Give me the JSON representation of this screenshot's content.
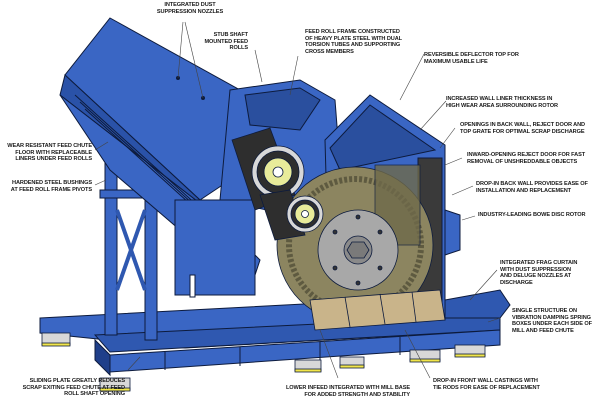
{
  "diagram": {
    "subject": "Shredder mill with feed chute, feed rolls and disc rotor",
    "colors": {
      "frame_blue": "#3a66c4",
      "frame_blue_dark": "#1f3f8a",
      "outline": "#0d1b3d",
      "rotor_tan": "#8c8560",
      "rotor_grey": "#a8a8a8",
      "roll_dark": "#2e2e2e",
      "roll_hub_yellow": "#e8eb9a",
      "floor_liner_tan": "#c9b48a",
      "wall_liner_dark": "#3a3a3a",
      "spring_box_yellow": "#f2e64a",
      "leader_line": "#444444",
      "background": "#ffffff"
    },
    "callouts": [
      {
        "id": "dust-nozzles",
        "text": "INTEGRATED DUST\nSUPPRESSION NOZZLES"
      },
      {
        "id": "stub-shaft",
        "text": "STUB SHAFT\nMOUNTED FEED\nROLLS"
      },
      {
        "id": "feed-roll-frame",
        "text": "FEED ROLL FRAME CONSTRUCTED\nOF HEAVY PLATE STEEL WITH DUAL\nTORSION TUBES AND SUPPORTING\nCROSS MEMBERS"
      },
      {
        "id": "deflector-top",
        "text": "REVERSIBLE DEFLECTOR TOP FOR\nMAXIMUM USABLE LIFE"
      },
      {
        "id": "wall-liner",
        "text": "INCREASED WALL LINER THICKNESS IN\nHIGH WEAR AREA SURROUNDING ROTOR"
      },
      {
        "id": "openings",
        "text": "OPENINGS IN BACK WALL, REJECT DOOR AND\nTOP GRATE FOR OPTIMAL SCRAP DISCHARGE"
      },
      {
        "id": "reject-door",
        "text": "INWARD-OPENING REJECT DOOR FOR FAST\nREMOVAL OF UNSHREDDABLE OBJECTS"
      },
      {
        "id": "back-wall",
        "text": "DROP-IN BACK WALL PROVIDES EASE OF\nINSTALLATION AND REPLACEMENT"
      },
      {
        "id": "disc-rotor",
        "text": "INDUSTRY-LEADING BOWE DISC ROTOR"
      },
      {
        "id": "frag-curtain",
        "text": "INTEGRATED FRAG CURTAIN\nWITH DUST SUPPRESSION\nAND DELUGE NOZZLES AT\nDISCHARGE"
      },
      {
        "id": "single-structure",
        "text": "SINGLE STRUCTURE ON\nVIBRATION DAMPING SPRING\nBOXES UNDER EACH SIDE OF\nMILL AND FEED CHUTE"
      },
      {
        "id": "front-wall",
        "text": "DROP-IN FRONT WALL CASTINGS WITH\nTIE RODS FOR EASE OF REPLACEMENT"
      },
      {
        "id": "lower-infeed",
        "text": "LOWER INFEED INTEGRATED WITH MILL BASE\nFOR ADDED STRENGTH AND STABILITY"
      },
      {
        "id": "sliding-plate",
        "text": "SLIDING PLATE GREATLY REDUCES\nSCRAP EXITING FEED CHUTE AT FEED\nROLL SHAFT OPENING"
      },
      {
        "id": "chute-floor",
        "text": "WEAR RESISTANT FEED CHUTE\nFLOOR WITH REPLACEABLE\nLINERS UNDER FEED ROLLS"
      },
      {
        "id": "bushings",
        "text": "HARDENED STEEL BUSHINGS\nAT FEED ROLL FRAME PIVOTS"
      }
    ]
  }
}
